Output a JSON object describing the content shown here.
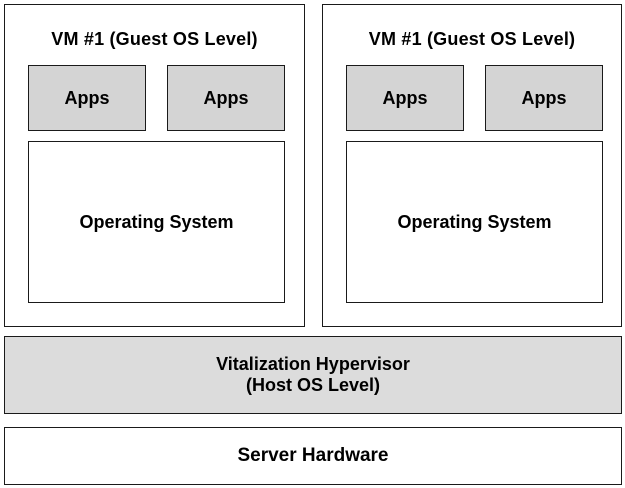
{
  "vms": [
    {
      "title": "VM #1 (Guest OS Level)",
      "apps": [
        "Apps",
        "Apps"
      ],
      "os_label": "Operating System"
    },
    {
      "title": "VM #1 (Guest OS Level)",
      "apps": [
        "Apps",
        "Apps"
      ],
      "os_label": "Operating System"
    }
  ],
  "hypervisor": {
    "line1": "Vitalization Hypervisor",
    "line2": "(Host OS Level)"
  },
  "hardware": {
    "label": "Server Hardware"
  }
}
